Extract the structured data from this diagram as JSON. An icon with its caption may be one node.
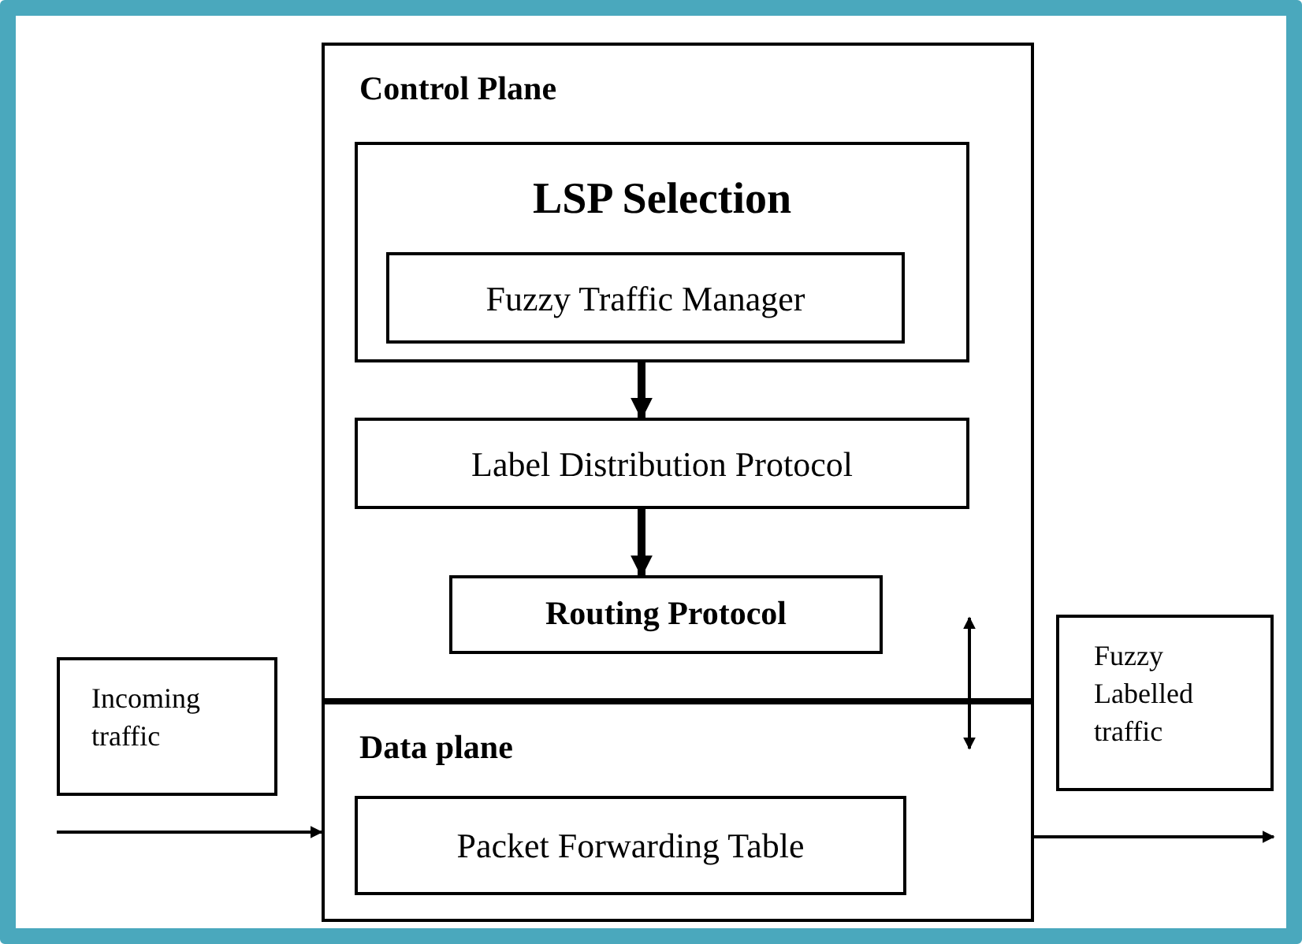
{
  "diagram": {
    "nodes": [
      {
        "text": [
          "Control Plane"
        ]
      },
      {
        "text": [
          "LSP Selection"
        ],
        "in": 0
      },
      {
        "text": [
          "Fuzzy Traffic Manager"
        ],
        "in": 1
      },
      {
        "text": [
          "Label Distribution Protocol"
        ],
        "in": 0
      },
      {
        "text": [
          "Routing Protocol"
        ],
        "in": 0
      },
      {
        "text": [
          "Data plane"
        ]
      },
      {
        "text": [
          "Packet Forwarding Table"
        ],
        "in": 5
      },
      {
        "text": [
          "Incoming traffic"
        ]
      },
      {
        "text": [
          "Fuzzy Labelled traffic"
        ]
      }
    ],
    "edges": [
      {
        "from": 1,
        "to": 3,
        "arrow": "to",
        "style": "thick"
      },
      {
        "from": 3,
        "to": 4,
        "arrow": "to",
        "style": "thick"
      },
      {
        "from": 0,
        "to": 5,
        "arrow": "both"
      },
      {
        "from": null,
        "to": 5,
        "arrow": "to"
      },
      {
        "from": 5,
        "to": null,
        "arrow": "to"
      }
    ]
  }
}
